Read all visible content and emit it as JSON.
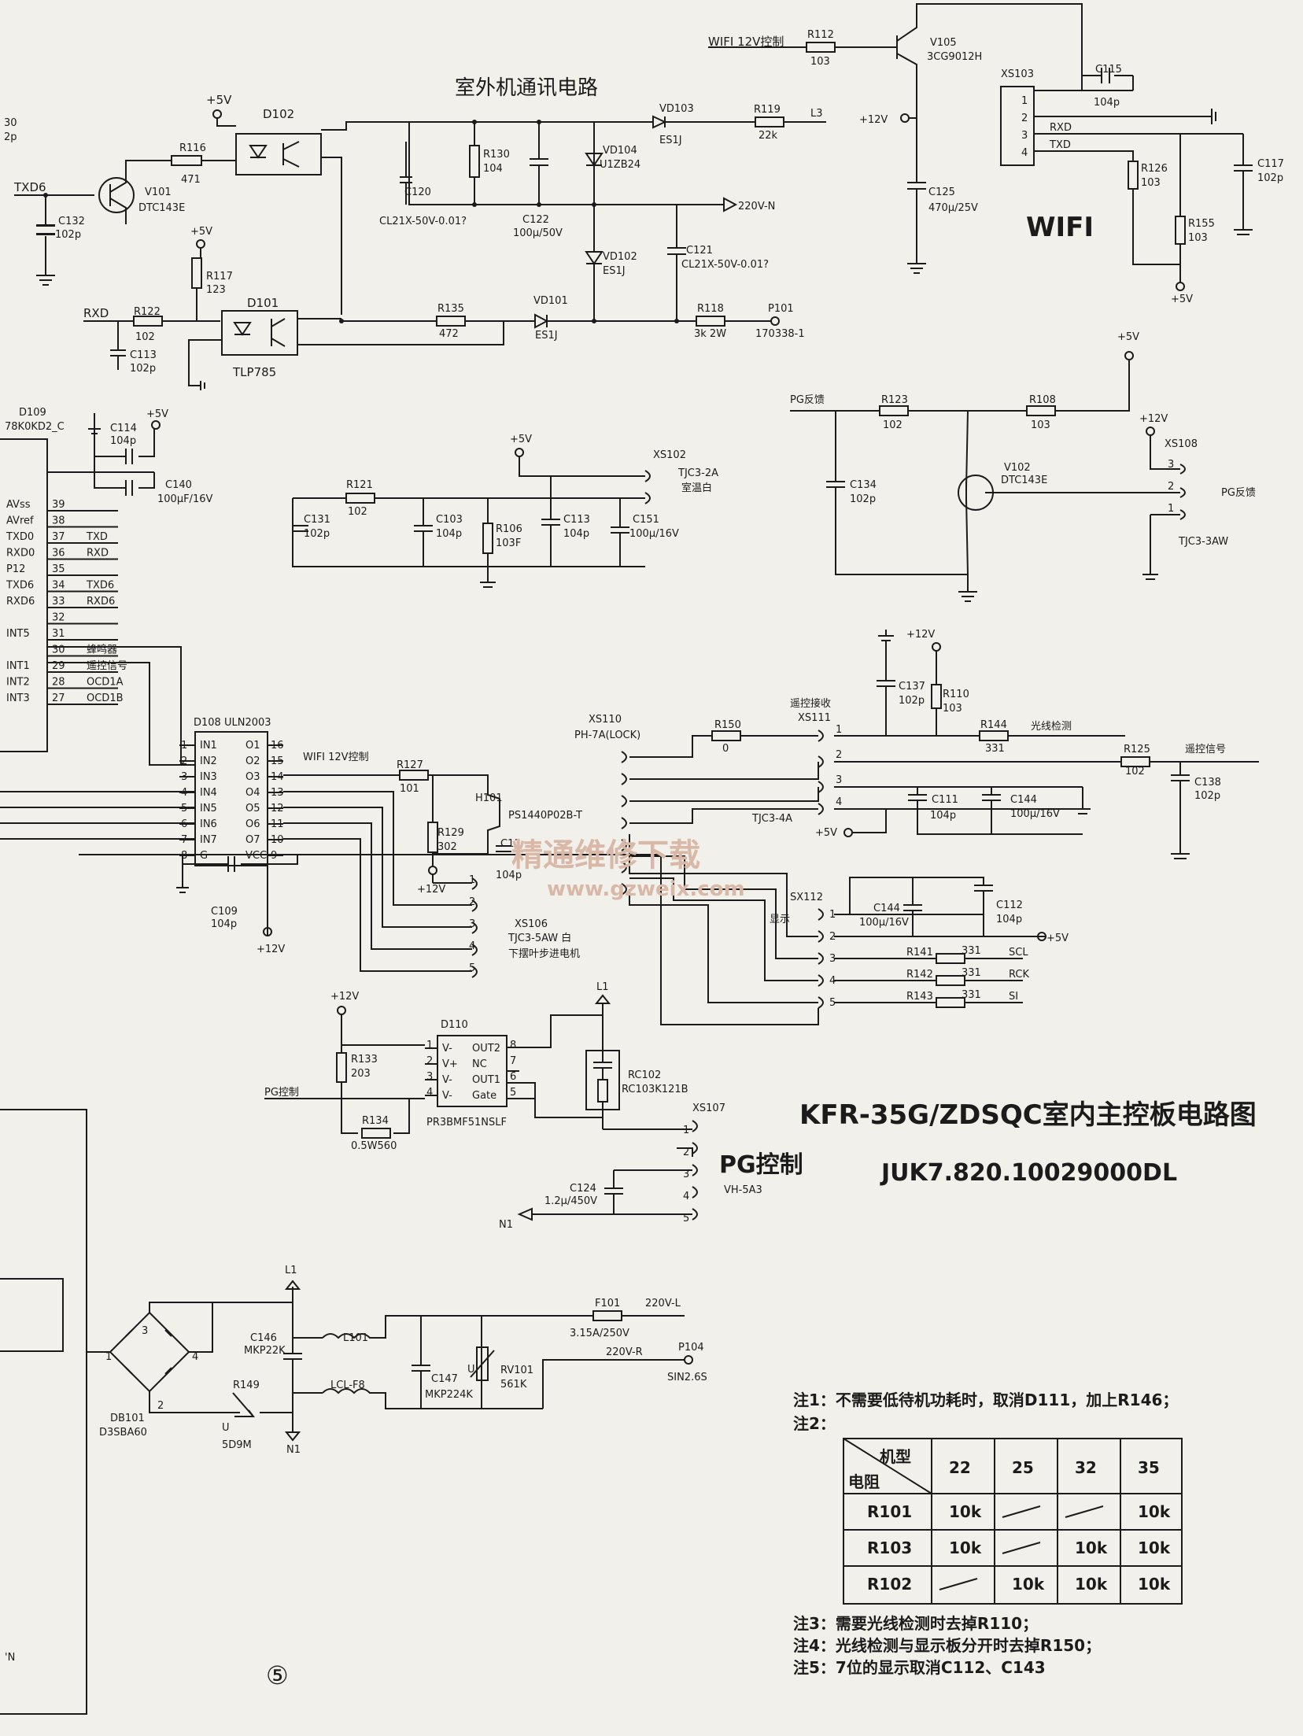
{
  "title": "KFR-35G/ZDSQC室内主控板电路图",
  "drawing_no": "JUK7.820.10029000DL",
  "section_title": "室外机通讯电路",
  "wifi_label": "WIFI",
  "watermark": "精通维修下载",
  "watermark_url": "www.gzweix.com",
  "page_mark": "⑤",
  "labels": {
    "txd6": "TXD6",
    "rxd": "RXD",
    "v101": "V101",
    "v101_part": "DTC143E",
    "r116": "R116",
    "r116_val": "471",
    "c132": "C132",
    "c132_val": "102p",
    "d102": "D102",
    "p5v": "+5V",
    "p12v": "+12V",
    "r117": "R117",
    "r117_val": "123",
    "d101": "D101",
    "d101_part": "TLP785",
    "r122": "R122",
    "r122_val": "102",
    "c113": "C113",
    "c113_val": "102p",
    "r135": "R135",
    "r135_val": "472",
    "vd101": "VD101",
    "vd101_part": "ES1J",
    "r118": "R118",
    "r118_val": "3k 2W",
    "p101": "P101",
    "p101_val": "170338-1",
    "c120": "C120",
    "c120_val": "CL21X-50V-0.01?",
    "r130": "R130",
    "r130_val": "104",
    "c122": "C122",
    "c122_val": "100μ/50V",
    "vd104": "VD104",
    "vd104_part": "U1ZB24",
    "vd102": "VD102",
    "vd102_part": "ES1J",
    "c121": "C121",
    "c121_val": "CL21X-50V-0.01?",
    "n220n": "220V-N",
    "vd103": "VD103",
    "vd103_part": "ES1J",
    "r119": "R119",
    "r119_val": "22k",
    "l3": "L3",
    "wifi12": "WIFI 12V控制",
    "r112": "R112",
    "r112_val": "103",
    "v105": "V105",
    "v105_part": "3CG9012H",
    "c125": "C125",
    "c125_val": "470μ/25V",
    "xs103": "XS103",
    "c115": "C115",
    "c115_val": "104p",
    "rxd_w": "RXD",
    "txd_w": "TXD",
    "r126": "R126",
    "r126_val": "103",
    "r155": "R155",
    "r155_val": "103",
    "c117": "C117",
    "c117_val": "102p",
    "d109": "D109",
    "d109_part": "78K0KD2_C",
    "c114": "C114",
    "c114_val": "104p",
    "c140": "C140",
    "c140_val": "100μF/16V",
    "pins_left": [
      "AVss",
      "AVref",
      "TXD0",
      "RXD0",
      "P12",
      "TXD6",
      "RXD6",
      "",
      "INT5",
      "",
      "INT1",
      "INT2",
      "INT3"
    ],
    "pins_num": [
      "39",
      "38",
      "37",
      "36",
      "35",
      "34",
      "33",
      "32",
      "31",
      "30",
      "29",
      "28",
      "27"
    ],
    "pins_right": [
      "",
      "",
      "TXD",
      "RXD",
      "",
      "TXD6",
      "RXD6",
      "",
      "",
      "蜂鸣器",
      "遥控信号",
      "OCD1A",
      "OCD1B"
    ],
    "x30": "30",
    "x2p": "2p",
    "pn": "'N",
    "r121": "R121",
    "r121_val": "102",
    "c131": "C131",
    "c131_val": "102p",
    "c103": "C103",
    "c103_val": "104p",
    "r106": "R106",
    "r106_val": "103F",
    "c113b": "C113",
    "c113b_val": "104p",
    "c151": "C151",
    "c151_val": "100μ/16V",
    "xs102": "XS102",
    "xs102_part": "TJC3-2A",
    "xs102_note": "室温白",
    "pg_fb": "PG反馈",
    "r123": "R123",
    "r123_val": "102",
    "r108": "R108",
    "r108_val": "103",
    "c134": "C134",
    "c134_val": "102p",
    "v102": "V102",
    "v102_part": "DTC143E",
    "xs108": "XS108",
    "xs108_part": "TJC3-3AW",
    "pg_fb2": "PG反馈",
    "c137": "C137",
    "c137_val": "102p",
    "r110": "R110",
    "r110_val": "103",
    "xs110": "XS110",
    "xs110_part": "PH-7A(LOCK)",
    "r150": "R150",
    "r150_val": "0",
    "rc_recv": "遥控接收",
    "xs111": "XS111",
    "xs111_part": "TJC3-4A",
    "r144": "R144",
    "r144_val": "331",
    "light": "光线检测",
    "r125": "R125",
    "r125_val": "102",
    "rc_sig": "遥控信号",
    "c138": "C138",
    "c138_val": "102p",
    "c111": "C111",
    "c111_val": "104p",
    "c144a": "C144",
    "c144a_val": "100μ/16V",
    "d108": "D108 ULN2003",
    "uln_in": [
      "IN1",
      "IN2",
      "IN3",
      "IN4",
      "IN5",
      "IN6",
      "IN7",
      "G"
    ],
    "uln_out": [
      "O1",
      "O2",
      "O3",
      "O4",
      "O5",
      "O6",
      "O7",
      "VCC"
    ],
    "uln_lp": [
      "1",
      "2",
      "3",
      "4",
      "5",
      "6",
      "7",
      "8"
    ],
    "uln_rp": [
      "16",
      "15",
      "14",
      "13",
      "12",
      "11",
      "10",
      "9"
    ],
    "wifi12b": "WIFI 12V控制",
    "r127": "R127",
    "r127_val": "101",
    "h101": "H101",
    "h101_part": "PS1440P02B-T",
    "r129": "R129",
    "r129_val": "302",
    "c11x": "C11",
    "c11x_val": "104p",
    "c109": "C109",
    "c109_val": "104p",
    "xs106": "XS106",
    "xs106_part": "TJC3-5AW 白",
    "xs106_note": "下摆叶步进电机",
    "sx112": "SX112",
    "disp": "显示",
    "c144b": "C144",
    "c144b_val": "100μ/16V",
    "c112": "C112",
    "c112_val": "104p",
    "r141": "R141",
    "r141_val": "331",
    "r142": "R142",
    "r142_val": "331",
    "r143": "R143",
    "r143_val": "331",
    "scl": "SCL",
    "rck": "RCK",
    "si": "SI",
    "d110": "D110",
    "d110_part": "PR3BMF51NSLF",
    "d110_l": [
      "V-",
      "V+",
      "V-",
      "V-"
    ],
    "d110_lp": [
      "1",
      "2",
      "3",
      "4"
    ],
    "d110_r": [
      "OUT2",
      "NC",
      "OUT1",
      "Gate"
    ],
    "d110_rp": [
      "8",
      "7",
      "6",
      "5"
    ],
    "r133": "R133",
    "r133_val": "203",
    "r134": "R134",
    "r134_val": "0.5W560",
    "pg_ctrl_in": "PG控制",
    "l1": "L1",
    "rc102": "RC102",
    "rc102_val": "RC103K121B",
    "xs107": "XS107",
    "xs107_part": "VH-5A3",
    "pg_ctrl": "PG控制",
    "c124": "C124",
    "c124_val": "1.2μ/450V",
    "n1": "N1",
    "c146": "C146",
    "c146_val": "MKP22K",
    "l101": "L101",
    "l101_part": "LCL-F8",
    "c147": "C147",
    "c147_val": "MKP224K",
    "rv101": "RV101",
    "rv101_val": "561K",
    "f101": "F101",
    "f101_val": "3.15A/250V",
    "l220": "220V-L",
    "r220": "220V-R",
    "p104": "P104",
    "p104_val": "SIN2.6S",
    "r149": "R149",
    "r149_val": "5D9M",
    "db101": "DB101",
    "db101_part": "D3SBA60",
    "u": "U",
    "br": [
      "1",
      "2",
      "3",
      "4"
    ]
  },
  "notes": {
    "n1": "注1：不需要低待机功耗时，取消D111，加上R146；",
    "n2": "注2：",
    "n3": "注3：需要光线检测时去掉R110；",
    "n4": "注4：光线检测与显示板分开时去掉R150；",
    "n5": "注5：7位的显示取消C112、C143"
  },
  "table": {
    "corner_top": "机型",
    "corner_bottom": "电阻",
    "columns": [
      "22",
      "25",
      "32",
      "35"
    ],
    "rows": [
      {
        "name": "R101",
        "cells": [
          "10k",
          "/",
          "/",
          "10k"
        ]
      },
      {
        "name": "R103",
        "cells": [
          "10k",
          "/",
          "10k",
          "10k"
        ]
      },
      {
        "name": "R102",
        "cells": [
          "/",
          "10k",
          "10k",
          "10k"
        ]
      }
    ]
  }
}
